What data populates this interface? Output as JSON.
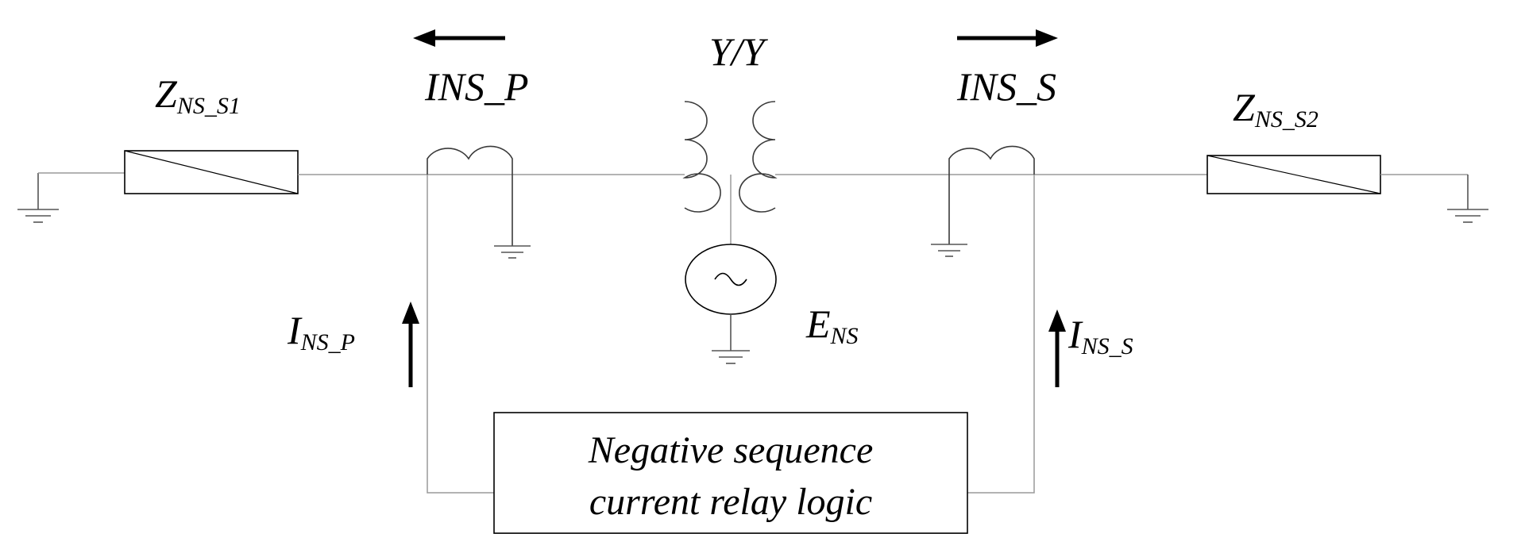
{
  "labels": {
    "transformer": "Y/Y",
    "ins_p": "INS_P",
    "ins_s": "INS_S",
    "z_s1_main": "Z",
    "z_s1_sub": "NS_S1",
    "z_s2_main": "Z",
    "z_s2_sub": "NS_S2",
    "i_p_main": "I",
    "i_p_sub": "NS_P",
    "i_s_main": "I",
    "i_s_sub": "NS_S",
    "e_main": "E",
    "e_sub": "NS",
    "relay_line1": "Negative sequence",
    "relay_line2": "current relay logic"
  }
}
